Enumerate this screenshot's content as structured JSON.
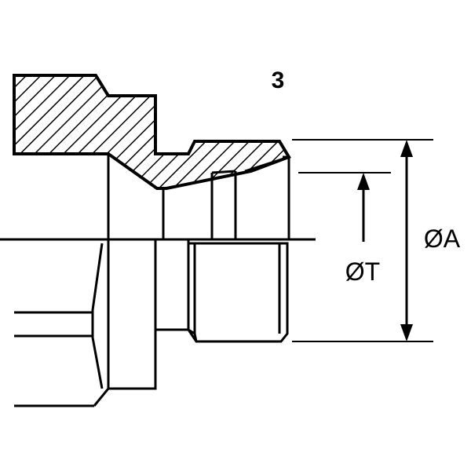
{
  "diagram": {
    "view_label": "3",
    "dimension_outer": "ØA",
    "dimension_thread": "ØT",
    "colors": {
      "stroke": "#000000",
      "background": "#ffffff"
    }
  }
}
